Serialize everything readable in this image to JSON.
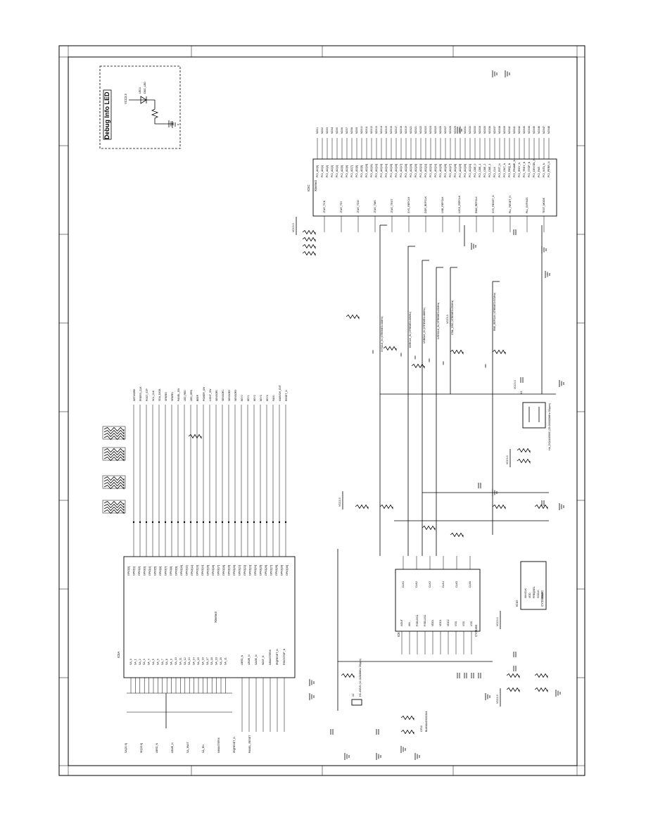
{
  "sheet": {
    "debug_panel_title": "Debug Info LED",
    "debug_led_ref": "LED1",
    "debug_led_net": "DBG_LED",
    "debug_vcc": "VCC3.3"
  },
  "ic_left": {
    "ref": "IC5A",
    "name": "Xtreme3",
    "pins_left": [
      "SA_0",
      "SA_1",
      "SA_2",
      "SA_3",
      "SA_4",
      "SA_5",
      "SA_6",
      "SA_7",
      "SA_8",
      "SA_9",
      "SA_10",
      "SA_11",
      "SA_12",
      "SA_13",
      "SA_14",
      "SA_15",
      "SA_16",
      "SA_17",
      "SA_18",
      "SA_19",
      "SA_20",
      "SA_21"
    ],
    "pins_right": [
      "GPIO[0]",
      "GPIO[1]",
      "GPIO[2]",
      "GPIO[3]",
      "GPIO[4]",
      "GPIO[5]",
      "GPIO[6]",
      "GPIO[7]",
      "GPIO[8]",
      "GPIO[9]",
      "GPIO[10]",
      "GPIO[11]",
      "GPIO[12]",
      "GPIO[13]",
      "GPIO[14]",
      "GPIO[15]",
      "GPIO[16]",
      "GPIO[17]",
      "GPIO[18]",
      "GPIO[19]",
      "GPIO[20]",
      "GPIO[21]",
      "GPIO[22]",
      "GPIO[23]",
      "GPIO[24]",
      "GPIO[25]",
      "GPIO[26]",
      "GPIO[27]",
      "GPIO[28]",
      "GPIO[29]",
      "GPIO[30]"
    ],
    "ctrl_left": [
      "LBRD_N",
      "LBWE_N",
      "SAOE_N",
      "WAIT_N",
      "NMIASTERIX",
      "IRQRESET_N",
      "RINGSTOP_N"
    ],
    "right_nets": [
      "NETWORK",
      "PREFIX_CLK",
      "POST_STP",
      "SCL_CLK",
      "SDA_DATA",
      "SPARE0",
      "SPARE1",
      "PANEL_SW",
      "LED_RED",
      "LED_GRN",
      "BEEP",
      "POWER_SW",
      "LIGHT_SW",
      "SENSOR0",
      "SENSOR1",
      "SENSOR2",
      "SENSOR3",
      "KEY0",
      "KEY1",
      "KEY2",
      "KEY3",
      "KEY4",
      "FAN0",
      "MAINSW_CNT",
      "RESET_N"
    ],
    "inputs": [
      "SA[21:0]",
      "SD[15:0]",
      "LBRD_N",
      "LBWE_N",
      "SA_WAIT",
      "SA_EN",
      "NMIASTERIX",
      "IRQRESET_N",
      "PANEL_RESET"
    ]
  },
  "ic_right": {
    "ref": "IC5C",
    "name": "Xtreme3",
    "pins_left": [
      "JTAG_TCK",
      "JTAG_TDI",
      "JTAG_TDO",
      "JTAG_TMS",
      "JTAG_TRST",
      "SYS_REFCLK",
      "DDR_REFCLK",
      "USB_REFCLK",
      "LVDS_REFCLK",
      "RMII_REFCLK",
      "SYS_RESET_N",
      "PLL_RESET_N",
      "PLL_BYPASS",
      "TEST_MODE"
    ],
    "pins_right": [
      "PCI_AD[0]",
      "PCI_AD[1]",
      "PCI_AD[2]",
      "PCI_AD[3]",
      "PCI_AD[4]",
      "PCI_AD[5]",
      "PCI_AD[6]",
      "PCI_AD[7]",
      "PCI_AD[8]",
      "PCI_AD[9]",
      "PCI_AD[10]",
      "PCI_AD[11]",
      "PCI_AD[12]",
      "PCI_AD[13]",
      "PCI_AD[14]",
      "PCI_AD[15]",
      "PCI_AD[16]",
      "PCI_AD[17]",
      "PCI_AD[18]",
      "PCI_AD[19]",
      "PCI_AD[20]",
      "PCI_AD[21]",
      "PCI_AD[22]",
      "PCI_AD[23]",
      "PCI_AD[24]",
      "PCI_AD[25]",
      "PCI_AD[26]",
      "PCI_AD[27]",
      "PCI_AD[28]",
      "PCI_AD[29]",
      "PCI_AD[30]",
      "PCI_AD[31]",
      "PCI_CBE_0",
      "PCI_CBE_1",
      "PCI_CBE_2",
      "PCI_CBE_3",
      "PCI_CLK",
      "PCI_RST_N",
      "PCI_GNT_N",
      "PCI_REQ_N",
      "PCI_FRAME_N",
      "PCI_IRDY_N",
      "PCI_TRDY_N",
      "PCI_STOP_N",
      "PCI_DEVSEL_N",
      "PCI_PAR",
      "PCI_INTA_N",
      "PCI_PERR_N"
    ],
    "inputs": [
      "SYSCLK_IN",
      "DDRCLK_IN",
      "USBCLK_IN",
      "LVDSCLK_IN",
      "XTAL_OSC"
    ]
  },
  "clock_gen": {
    "ref": "IC9",
    "name": "CY25404",
    "pins_left": [
      "XOUT",
      "XIN",
      "FSEL0/S1",
      "FSEL1/S2",
      "VDDL",
      "VDD1",
      "VDD2",
      "VSS",
      "VSS",
      "VSS"
    ],
    "pins_right": [
      "CLK1",
      "CLK2",
      "CLK3",
      "CLK4",
      "CLK5",
      "CLK6"
    ],
    "crystal": "X2",
    "crystal_label": "HC-49/US (14.31818MHz 30ppm)",
    "ferrite": "CF10",
    "ferrite_label": "BLM18AG601SN1"
  },
  "osc": {
    "ref": "IC10",
    "name": "CY2SB118C",
    "pins": [
      "XIN/CLK",
      "VDD",
      "FREQSEL",
      "SSCLK",
      "GND"
    ]
  },
  "xtal2": {
    "ref": "X3",
    "label": "HA_DCA16000C (25.000000MHz 50ppm)",
    "vcc": "VCC3.3"
  },
  "clock_nets": [
    "SYSCLK_IN (XTREME3=33MHz)",
    "DDRCLK_IN (XTREME3=66MHz)",
    "USBCLK_IN (XTREME3=48MHz)",
    "LVDSCLK_IN (XTREME3=25MHz)",
    "XTAL_OSC (XTREME3=25MHz)",
    "RMII_REFCLK (XTREME3=50MHz)"
  ],
  "power_labels": [
    "VCC3.3",
    "VCC3.3",
    "VCC3.3",
    "VCC3.3",
    "VCC3.3",
    "VCC3.3"
  ]
}
